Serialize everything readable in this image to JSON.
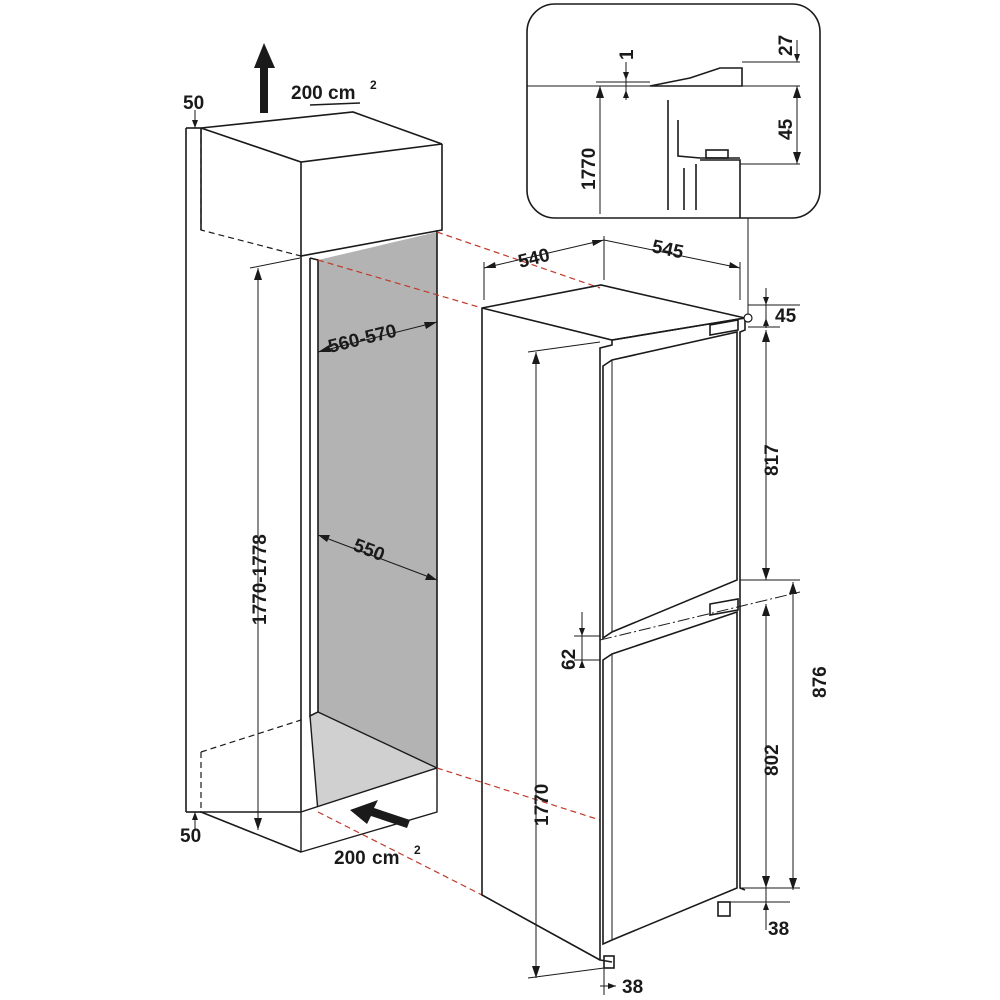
{
  "labels": {
    "vent_top_area": "200",
    "vent_top_unit": "cm",
    "vent_top_sup": "2",
    "vent_bottom_area": "200",
    "vent_bottom_unit": "cm",
    "vent_bottom_sup": "2",
    "top_gap": "50",
    "bottom_gap": "50",
    "niche_width": "560-570",
    "niche_height": "1770-1778",
    "niche_depth": "550",
    "appliance_depth": "540",
    "appliance_width": "545",
    "top_offset": "45",
    "upper_door": "817",
    "door_gap": "62",
    "lower_door": "802",
    "lower_section": "876",
    "appliance_height": "1770",
    "bottom_right_offset": "38",
    "bottom_offset": "38",
    "detail_gap": "1",
    "detail_top": "27",
    "detail_height": "1770",
    "detail_offset": "45"
  },
  "colors": {
    "line": "#1a1a1a",
    "niche_fill": "#b3b3b3",
    "red_dash": "#c0392b"
  }
}
